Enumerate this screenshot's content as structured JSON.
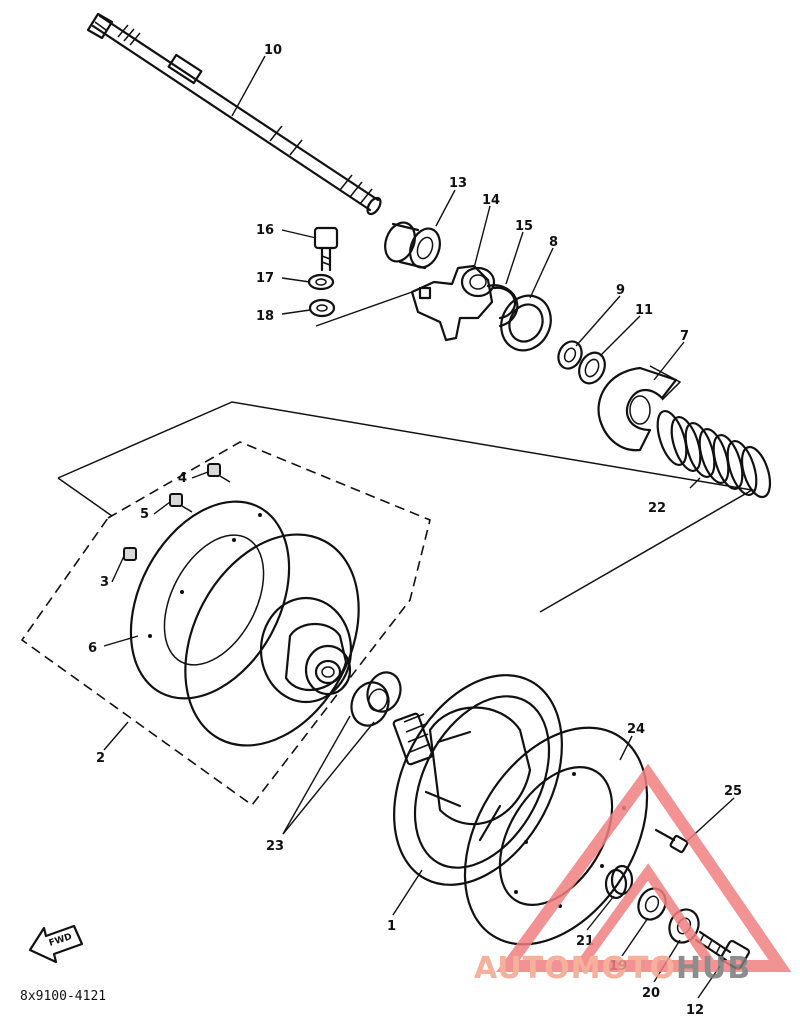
{
  "diagram": {
    "part_labels": {
      "p1": "1",
      "p2": "2",
      "p3": "3",
      "p4": "4",
      "p5": "5",
      "p6": "6",
      "p7": "7",
      "p8": "8",
      "p9": "9",
      "p10": "10",
      "p11": "11",
      "p12": "12",
      "p13": "13",
      "p14": "14",
      "p15": "15",
      "p16": "16",
      "p17": "17",
      "p18": "18",
      "p19": "19",
      "p20": "20",
      "p21": "21",
      "p22": "22",
      "p23": "23",
      "p24": "24",
      "p25": "25"
    },
    "drawing_code": "8x9100-4121",
    "fwd_label": "FWD",
    "line_color": "#111111"
  },
  "watermark": {
    "brand_part1": "AUTOMOTO",
    "brand_part2": "HUB",
    "brand_color_1": "#f4a48a",
    "brand_color_2": "#7a7a7a",
    "triangle_color": "#f08080"
  }
}
